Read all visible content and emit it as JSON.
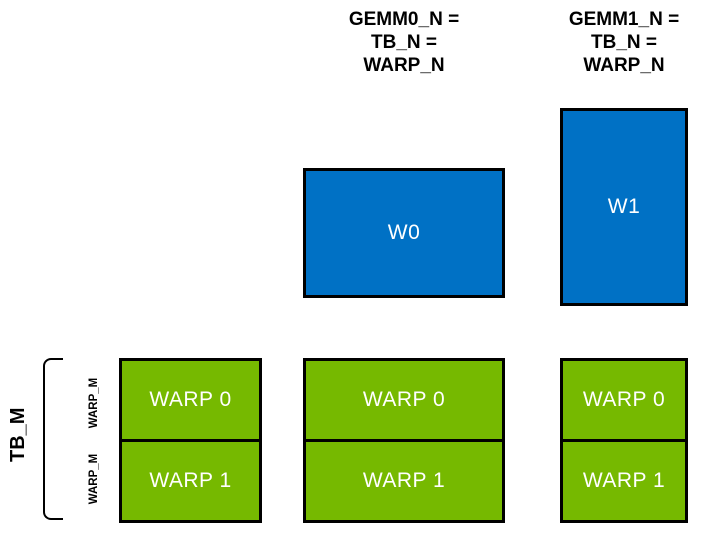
{
  "colors": {
    "blue": "#0071C5",
    "green": "#76B900",
    "border": "#000000"
  },
  "headers": [
    {
      "lines": [
        "GEMM0_N =",
        "TB_N =",
        "WARP_N"
      ]
    },
    {
      "lines": [
        "GEMM1_N =",
        "TB_N =",
        "WARP_N"
      ]
    }
  ],
  "blue_boxes": [
    {
      "label": "W0"
    },
    {
      "label": "W1"
    }
  ],
  "warp_columns": [
    {
      "cells": [
        "WARP 0",
        "WARP 1"
      ]
    },
    {
      "cells": [
        "WARP 0",
        "WARP 1"
      ]
    },
    {
      "cells": [
        "WARP 0",
        "WARP 1"
      ]
    }
  ],
  "side": {
    "tb_label": "TB_M",
    "warp_m_labels": [
      "WARP_M",
      "WARP_M"
    ]
  }
}
